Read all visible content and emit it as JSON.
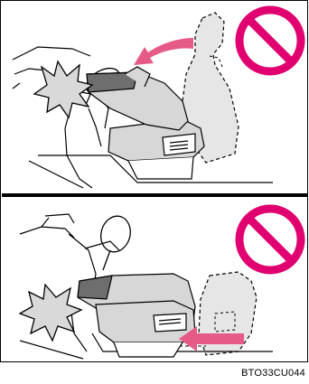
{
  "figure": {
    "code": "BTO33CU044",
    "colors": {
      "prohibition": "#e0006f",
      "arrow": "#e55a86",
      "line": "#000000",
      "seat_fill": "#d7d7d7",
      "seat_dark": "#6e6e6e",
      "ghost_fill": "#e6e6e6",
      "impact_fill": "#d9d9d9"
    },
    "panels": [
      {
        "id": "top",
        "icon": "prohibition-icon",
        "arrow": "arrow-left-curved-icon"
      },
      {
        "id": "bottom",
        "icon": "prohibition-icon",
        "arrow": "arrow-left-icon"
      }
    ]
  }
}
